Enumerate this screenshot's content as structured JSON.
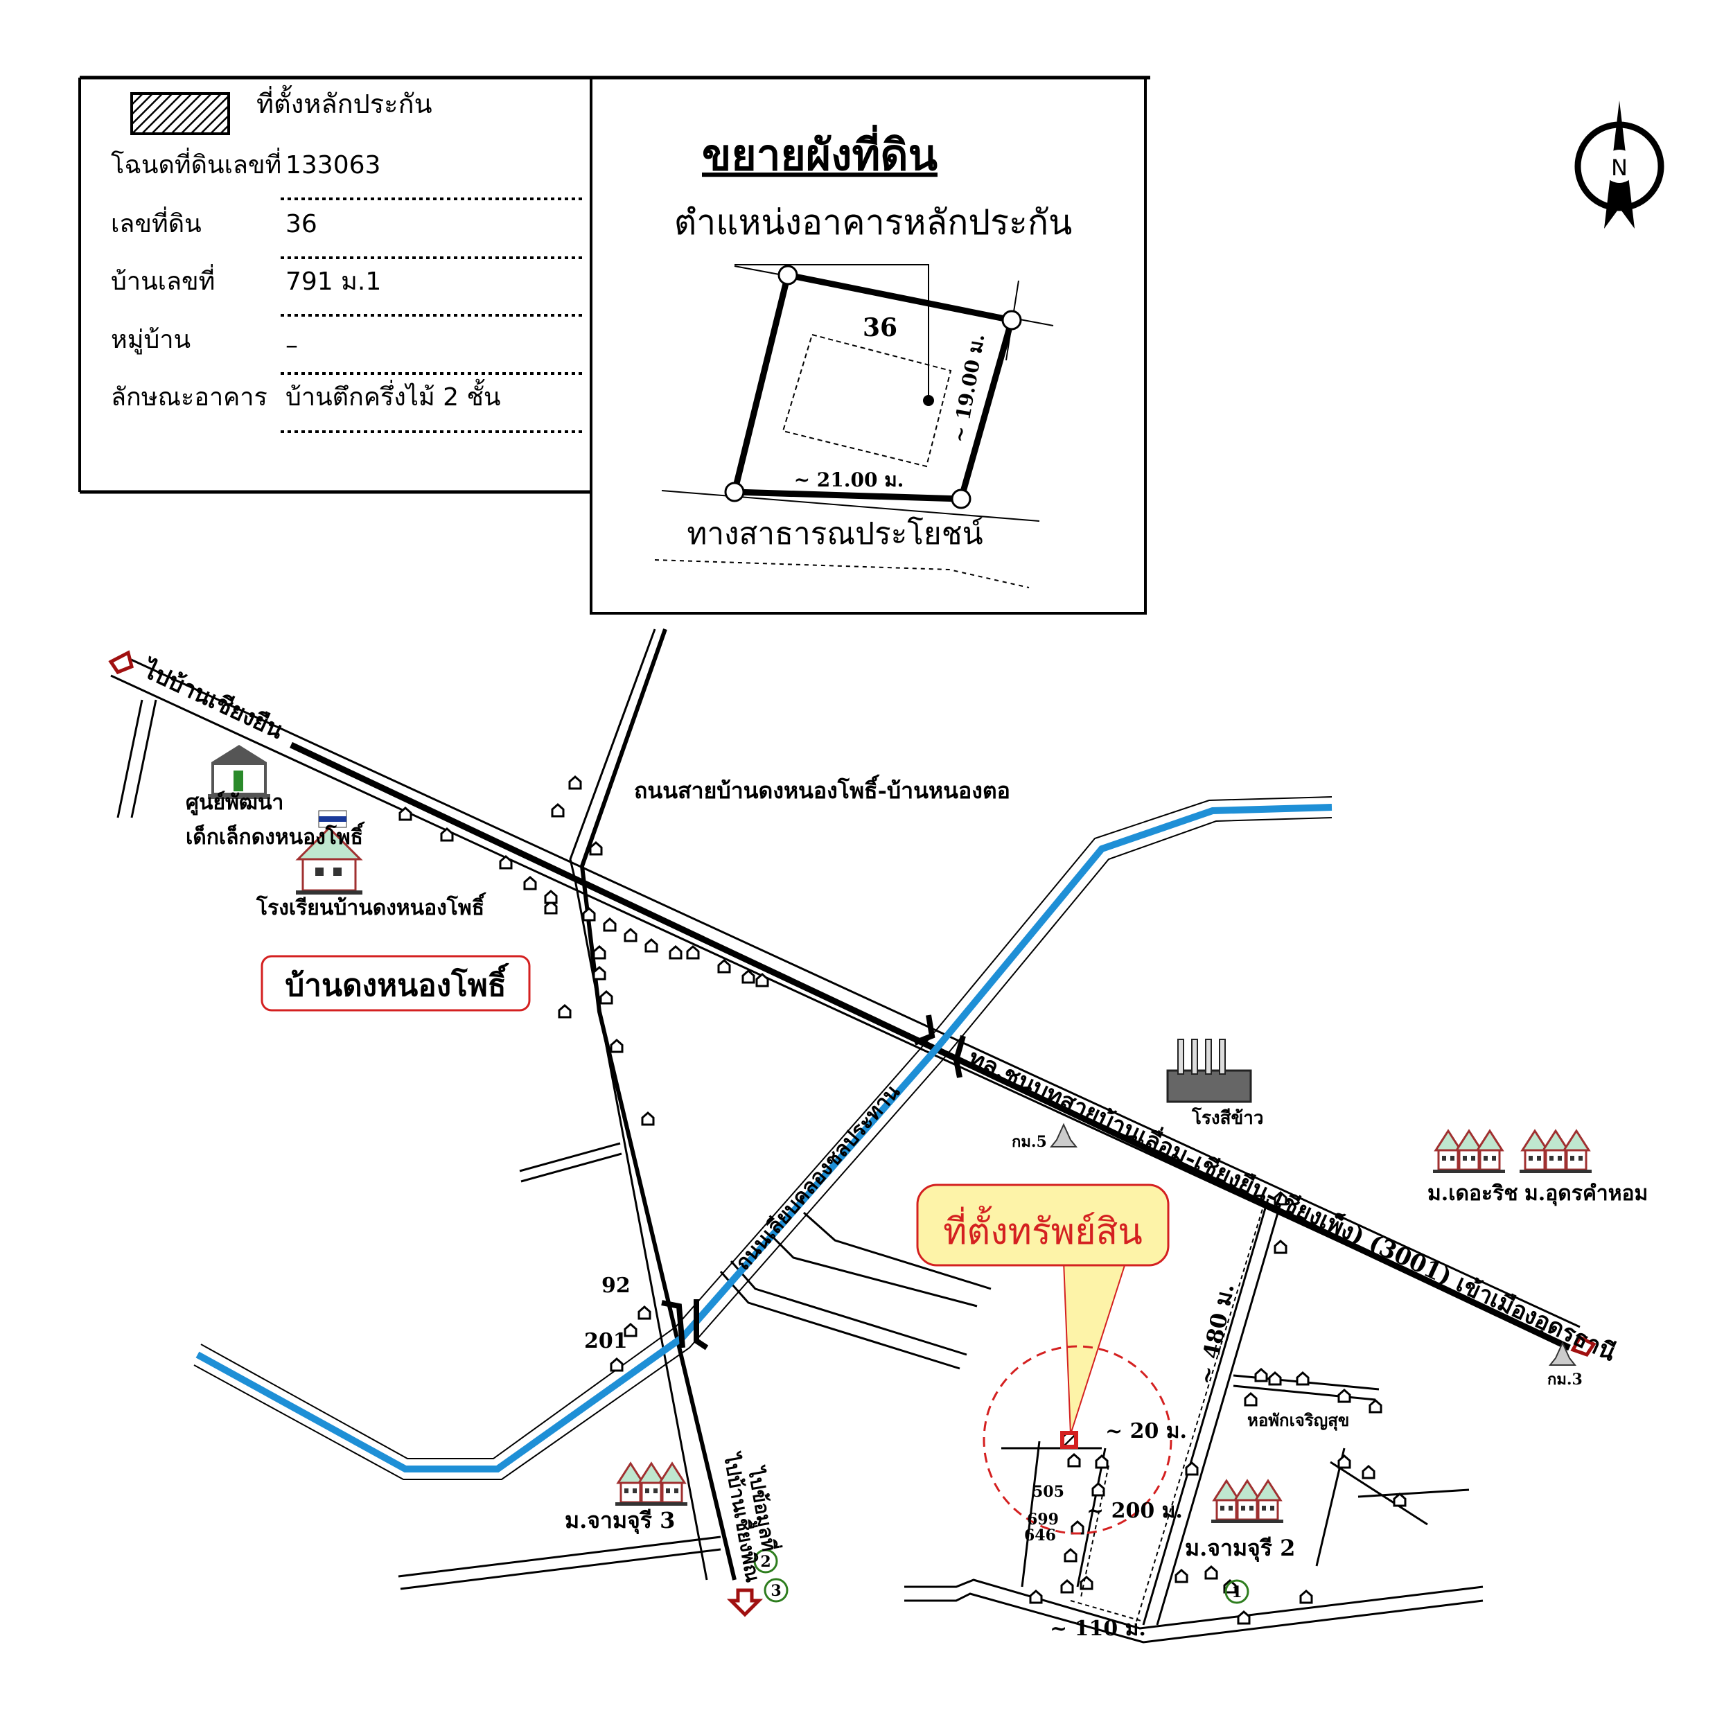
{
  "legend": {
    "hatch_label": "ที่ตั้งหลักประกัน",
    "rows": [
      {
        "label": "โฉนดที่ดินเลขที่",
        "value": "133063"
      },
      {
        "label": "เลขที่ดิน",
        "value": "36"
      },
      {
        "label": "บ้านเลขที่",
        "value": "791 ม.1"
      },
      {
        "label": "หมู่บ้าน",
        "value": "–"
      },
      {
        "label": "ลักษณะอาคาร",
        "value": "บ้านตึกครึ่งไม้ 2 ชั้น"
      }
    ]
  },
  "plot_detail": {
    "title": "ขยายผังที่ดิน",
    "subtitle": "ตำแหน่งอาคารหลักประกัน",
    "parcel_no": "36",
    "side_depth": "~ 19.00 ม.",
    "side_width": "~ 21.00 ม.",
    "road_label": "ทางสาธารณประโยชน์"
  },
  "north_arrow": {
    "letter": "N"
  },
  "map": {
    "to_chiang_yuen": "ไปบ้านเชียงยืน",
    "main_road": "ทล.ชนบทสายบ้านเลื่อม-เชียงยืน-เชียงเพ็ง) (3001)  เข้าเมืองอุดรธานี",
    "road_north": "ถนนสายบ้านดงหนองโพธิ์-บ้านหนองตอ",
    "canal_road": "ถนนเลียบคลองชลประทาน",
    "to_chiang_phin": "ไปบ้านเชียงพิณ",
    "to_data": "ไปข้อมูลที่",
    "childcare_1": "ศูนย์พัฒนา",
    "childcare_2": "เด็กเล็กดงหนองโพธิ์",
    "school": "โรงเรียนบ้านดงหนองโพธิ์",
    "village": "บ้านดงหนองโพธิ์",
    "rice_mill": "โรงสีข้าว",
    "km5": "กม.5",
    "km3": "กม.3",
    "the_rich": "ม.เดอะริช",
    "udon_khamhom": "ม.อุดรคำหอม",
    "asset_location": "ที่ตั้งทรัพย์สิน",
    "dist_480": "~ 480 ม.",
    "dist_20": "~ 20 ม.",
    "dist_200": "~ 200 ม.",
    "dist_110": "~ 110 ม.",
    "dormitory": "หอพักเจริญสุข",
    "jamjuree2": "ม.จามจุรี 2",
    "jamjuree3": "ม.จามจุรี 3",
    "house_92": "92",
    "house_201": "201",
    "house_505": "505",
    "house_699": "699",
    "house_646": "646",
    "marker_1": "1",
    "marker_2": "2",
    "marker_3": "3"
  },
  "colors": {
    "canal": "#1e8fd6",
    "highlight": "#d42020",
    "callout_fill": "#fdf3a8",
    "marker_green": "#2e7d1e"
  }
}
